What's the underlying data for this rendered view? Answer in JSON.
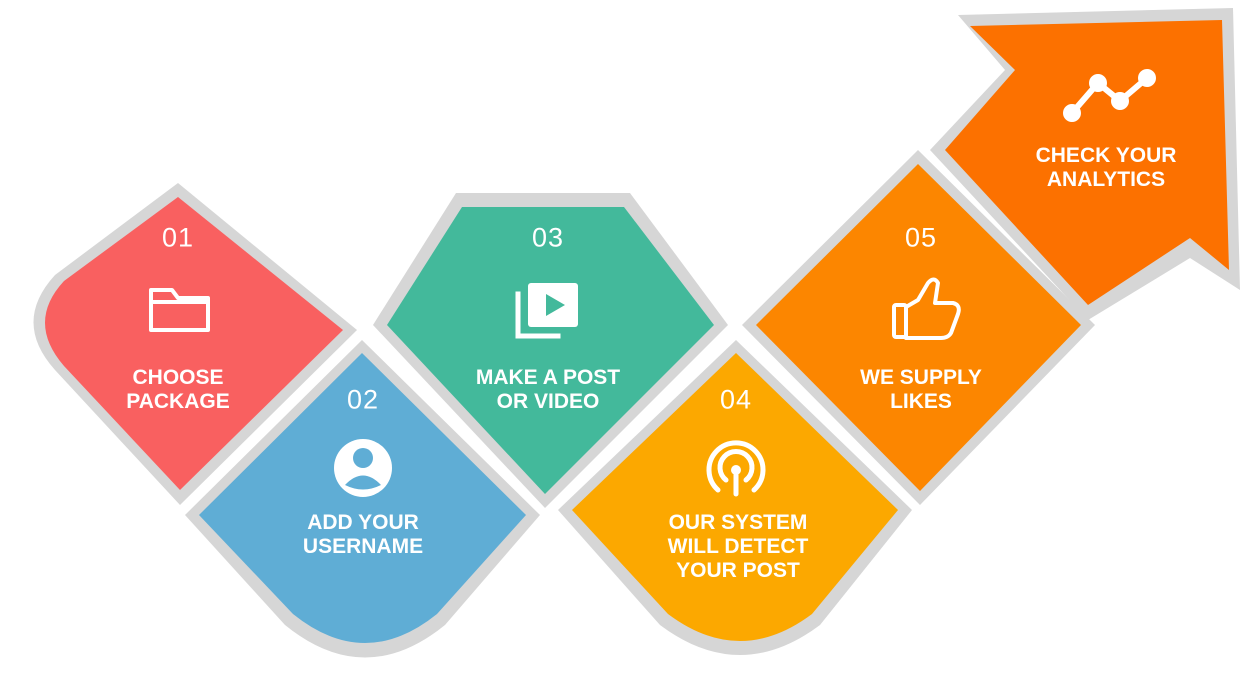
{
  "steps": [
    {
      "number": "01",
      "title": "CHOOSE\nPACKAGE",
      "color": "#f96060",
      "icon": "folder-icon"
    },
    {
      "number": "02",
      "title": "ADD YOUR\nUSERNAME",
      "color": "#5fadd5",
      "icon": "user-avatar-icon"
    },
    {
      "number": "03",
      "title": "MAKE A POST\nOR VIDEO",
      "color": "#43b99b",
      "icon": "video-play-icon"
    },
    {
      "number": "04",
      "title": "OUR SYSTEM\nWILL DETECT\nYOUR POST",
      "color": "#fca800",
      "icon": "broadcast-icon"
    },
    {
      "number": "05",
      "title": "WE SUPPLY\nLIKES",
      "color": "#fc8600",
      "icon": "thumbs-up-icon"
    }
  ],
  "final": {
    "title": "CHECK YOUR\nANALYTICS",
    "color": "#fc7100",
    "icon": "analytics-line-icon"
  },
  "border_color": "#d6d6d6"
}
